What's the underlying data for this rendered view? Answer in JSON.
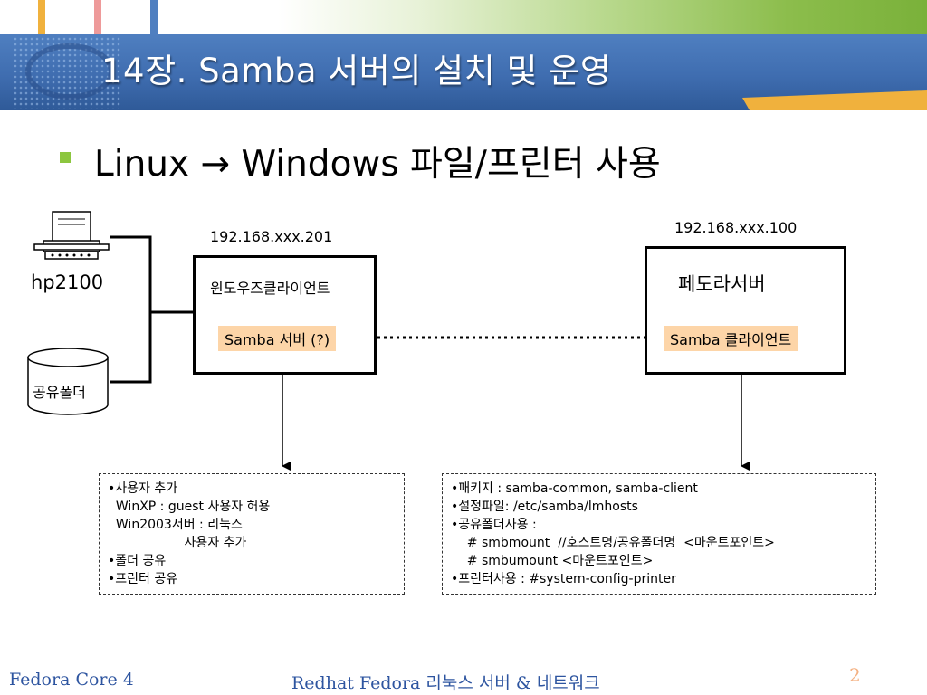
{
  "colors": {
    "title_band": "#3f6db0",
    "bullet_green": "#8cc63f",
    "label_peach": "#fdd5a8",
    "footer_blue": "#2e55a0",
    "accent_orange": "#f0b13d"
  },
  "slide": {
    "title": "14장. Samba 서버의 설치 및 운영",
    "bullet": "Linux  → Windows 파일/프린터 사용"
  },
  "diagram": {
    "printer_label": "hp2100",
    "shared_folder_label": "공유폴더",
    "windows_ip": "192.168.xxx.201",
    "windows_title": "윈도우즈클라이언트",
    "windows_badge": "Samba 서버 (?)",
    "fedora_ip": "192.168.xxx.100",
    "fedora_title": "페도라서버",
    "fedora_badge": "Samba 클라이언트",
    "windows_notes": [
      "•사용자 추가",
      "  WinXP : guest 사용자 허용",
      "  Win2003서버 : 리눅스",
      "                   사용자 추가",
      "•폴더 공유",
      "•프린터 공유"
    ],
    "fedora_notes": [
      "•패키지 : samba-common, samba-client",
      "•설정파일: /etc/samba/lmhosts",
      "•공유폴더사용 :",
      "    # smbmount  //호스트명/공유폴더명  <마운트포인트>",
      "    # smbumount <마운트포인트>",
      "•프린터사용 : #system-config-printer"
    ]
  },
  "footer": {
    "left": "Fedora Core 4",
    "center": "Redhat Fedora 리눅스 서버 & 네트워크",
    "page_number": "2"
  }
}
